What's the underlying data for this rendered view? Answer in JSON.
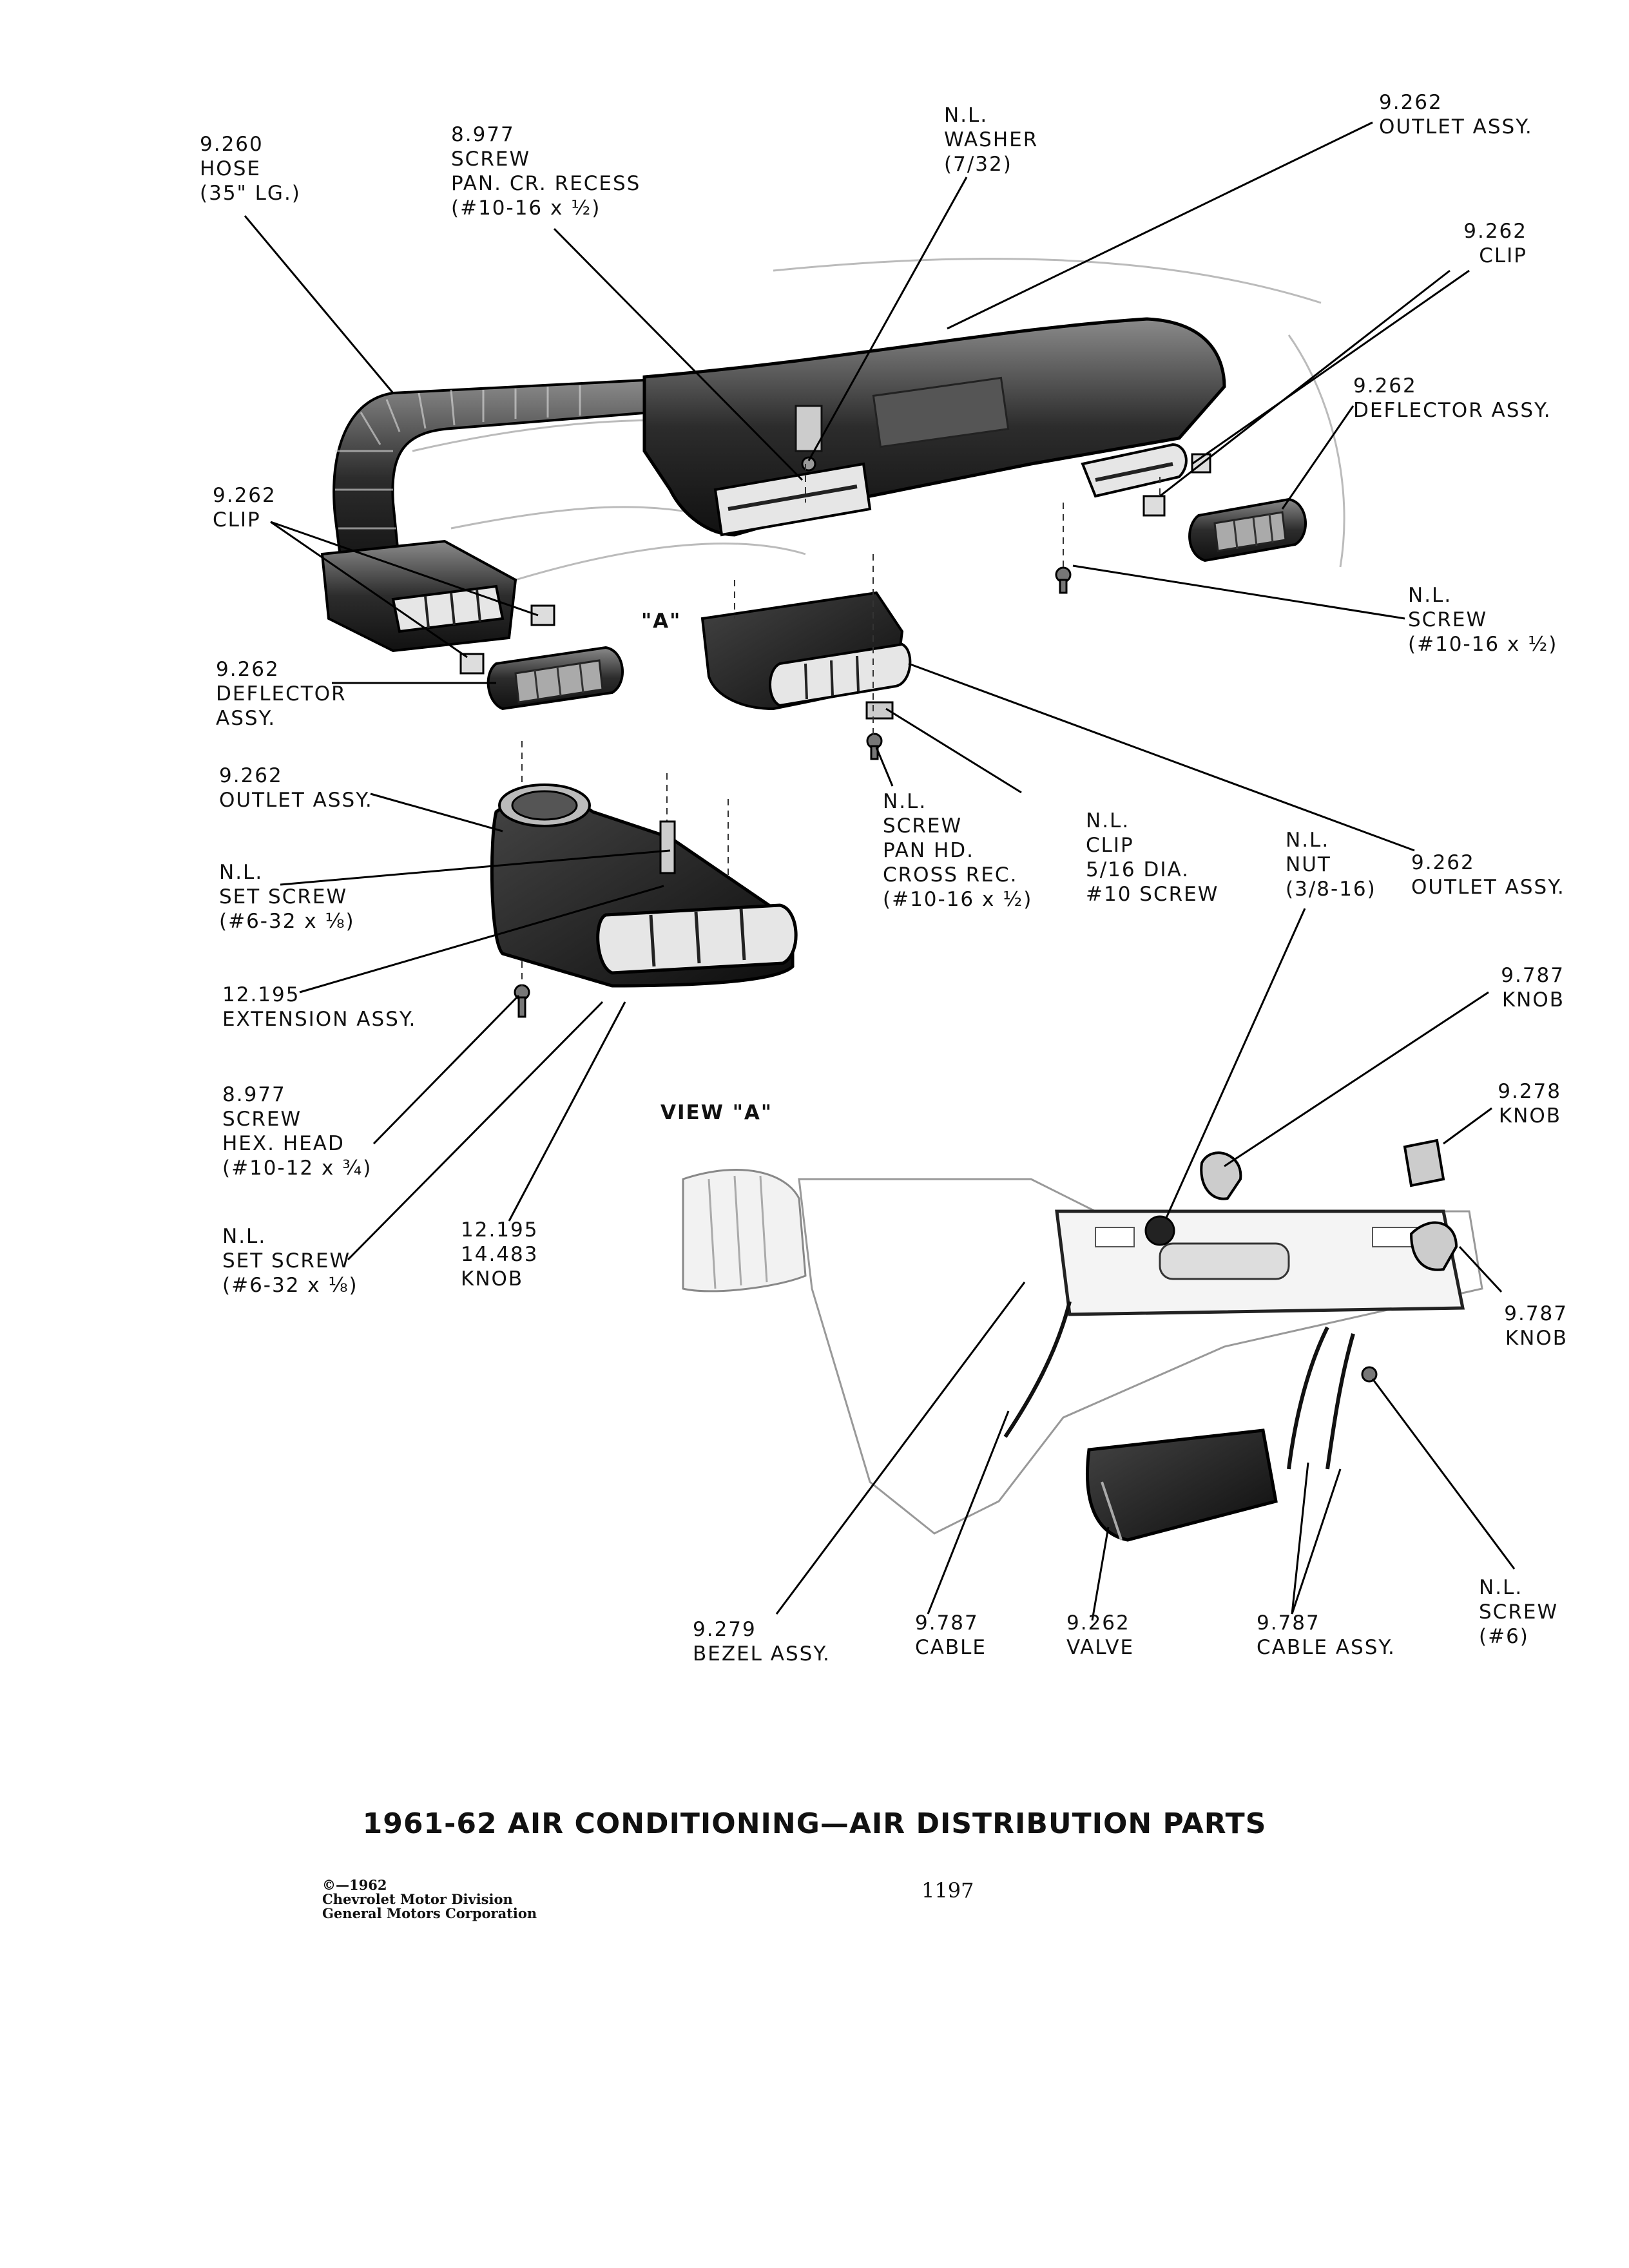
{
  "labels": {
    "hose_260": [
      "9.260",
      "HOSE",
      "(35\" LG.)"
    ],
    "screw_pan_cr": [
      "8.977",
      "SCREW",
      "PAN. CR. RECESS",
      "(#10-16 x ½)"
    ],
    "washer_nl": [
      "N.L.",
      "WASHER",
      "(7/32)"
    ],
    "outlet_top": [
      "9.262",
      "OUTLET ASSY."
    ],
    "clip_right": [
      "9.262",
      "CLIP"
    ],
    "deflector_right": [
      "9.262",
      "DEFLECTOR ASSY."
    ],
    "screw_nl_right": [
      "N.L.",
      "SCREW",
      "(#10-16 x ½)"
    ],
    "clip_left": [
      "9.262",
      "CLIP"
    ],
    "view_a_marker": "\"A\"",
    "deflector_left": [
      "9.262",
      "DEFLECTOR",
      "ASSY."
    ],
    "outlet_left": [
      "9.262",
      "OUTLET ASSY."
    ],
    "set_screw_1": [
      "N.L.",
      "SET SCREW",
      "(#6-32 x ⅛)"
    ],
    "extension": [
      "12.195",
      "EXTENSION ASSY."
    ],
    "screw_hex": [
      "8.977",
      "SCREW",
      "HEX. HEAD",
      "(#10-12 x ¾)"
    ],
    "set_screw_2": [
      "N.L.",
      "SET SCREW",
      "(#6-32 x ⅛)"
    ],
    "knob_12195": [
      "12.195",
      "14.483",
      "KNOB"
    ],
    "screw_pan_hd": [
      "N.L.",
      "SCREW",
      "PAN HD.",
      "CROSS REC.",
      "(#10-16 x ½)"
    ],
    "clip_nl": [
      "N.L.",
      "CLIP",
      "5/16 DIA.",
      "#10 SCREW"
    ],
    "nut_nl": [
      "N.L.",
      "NUT",
      "(3/8-16)"
    ],
    "outlet_center": [
      "9.262",
      "OUTLET ASSY."
    ],
    "view_a_title": "VIEW \"A\"",
    "knob_787_top": [
      "9.787",
      "KNOB"
    ],
    "knob_278": [
      "9.278",
      "KNOB"
    ],
    "knob_787_right": [
      "9.787",
      "KNOB"
    ],
    "bezel": [
      "9.279",
      "BEZEL ASSY."
    ],
    "cable": [
      "9.787",
      "CABLE"
    ],
    "valve": [
      "9.262",
      "VALVE"
    ],
    "cable_assy": [
      "9.787",
      "CABLE ASSY."
    ],
    "screw_nl_6": [
      "N.L.",
      "SCREW",
      "(#6)"
    ]
  },
  "title": "1961-62 AIR CONDITIONING—AIR DISTRIBUTION PARTS",
  "copyright": [
    "©—1962",
    "Chevrolet Motor Division",
    "General Motors Corporation"
  ],
  "page_number": "1197"
}
